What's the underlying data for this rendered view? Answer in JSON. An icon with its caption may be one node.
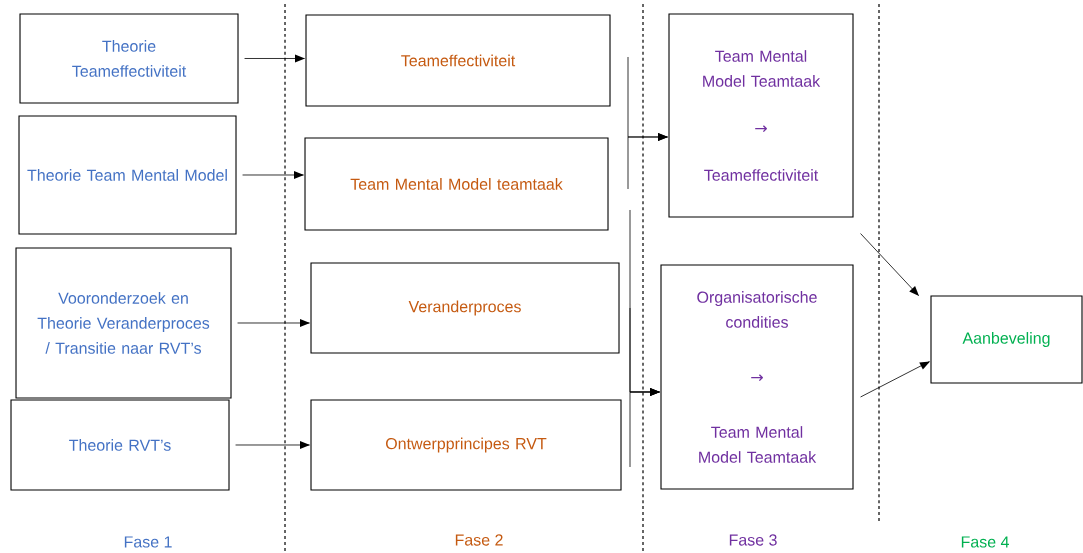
{
  "diagram": {
    "nodes": [
      {
        "text": [
          "Theorie Teameffectiviteit"
        ]
      },
      {
        "text": [
          "Theorie Team Mental Model"
        ]
      },
      {
        "text": [
          "Vooronderzoek en Theorie Veranderproces / Transitie naar RVT’s"
        ]
      },
      {
        "text": [
          "Theorie RVT’s"
        ]
      },
      {
        "text": [
          "Teameffectiviteit"
        ]
      },
      {
        "text": [
          "Team Mental Model teamtaak"
        ]
      },
      {
        "text": [
          "Veranderproces"
        ]
      },
      {
        "text": [
          "Ontwerpprincipes RVT"
        ]
      },
      {
        "text": [
          "Team Mental Model Teamtaak",
          "→",
          "Teameffectiviteit"
        ]
      },
      {
        "text": [
          "Organisatorische condities",
          "→",
          "Team Mental Model Teamtaak"
        ]
      },
      {
        "text": [
          "Aanbeveling"
        ]
      }
    ],
    "edges": [
      {
        "from": 0,
        "to": 4,
        "arrow": "to"
      },
      {
        "from": 1,
        "to": 5,
        "arrow": "to"
      },
      {
        "from": 2,
        "to": 6,
        "arrow": "to"
      },
      {
        "from": 3,
        "to": 7,
        "arrow": "to"
      },
      {
        "from": 4,
        "to": 8,
        "arrow": "to"
      },
      {
        "from": 5,
        "to": 8,
        "arrow": "to"
      },
      {
        "from": 5,
        "to": 9,
        "arrow": "to"
      },
      {
        "from": 6,
        "to": 9,
        "arrow": "to"
      },
      {
        "from": 7,
        "to": 9,
        "arrow": "to"
      },
      {
        "from": 8,
        "to": 10,
        "arrow": "to"
      },
      {
        "from": 9,
        "to": 10,
        "arrow": "to"
      }
    ],
    "labels": [
      "Fase 1",
      "Fase 2",
      "Fase 3",
      "Fase 4"
    ]
  }
}
